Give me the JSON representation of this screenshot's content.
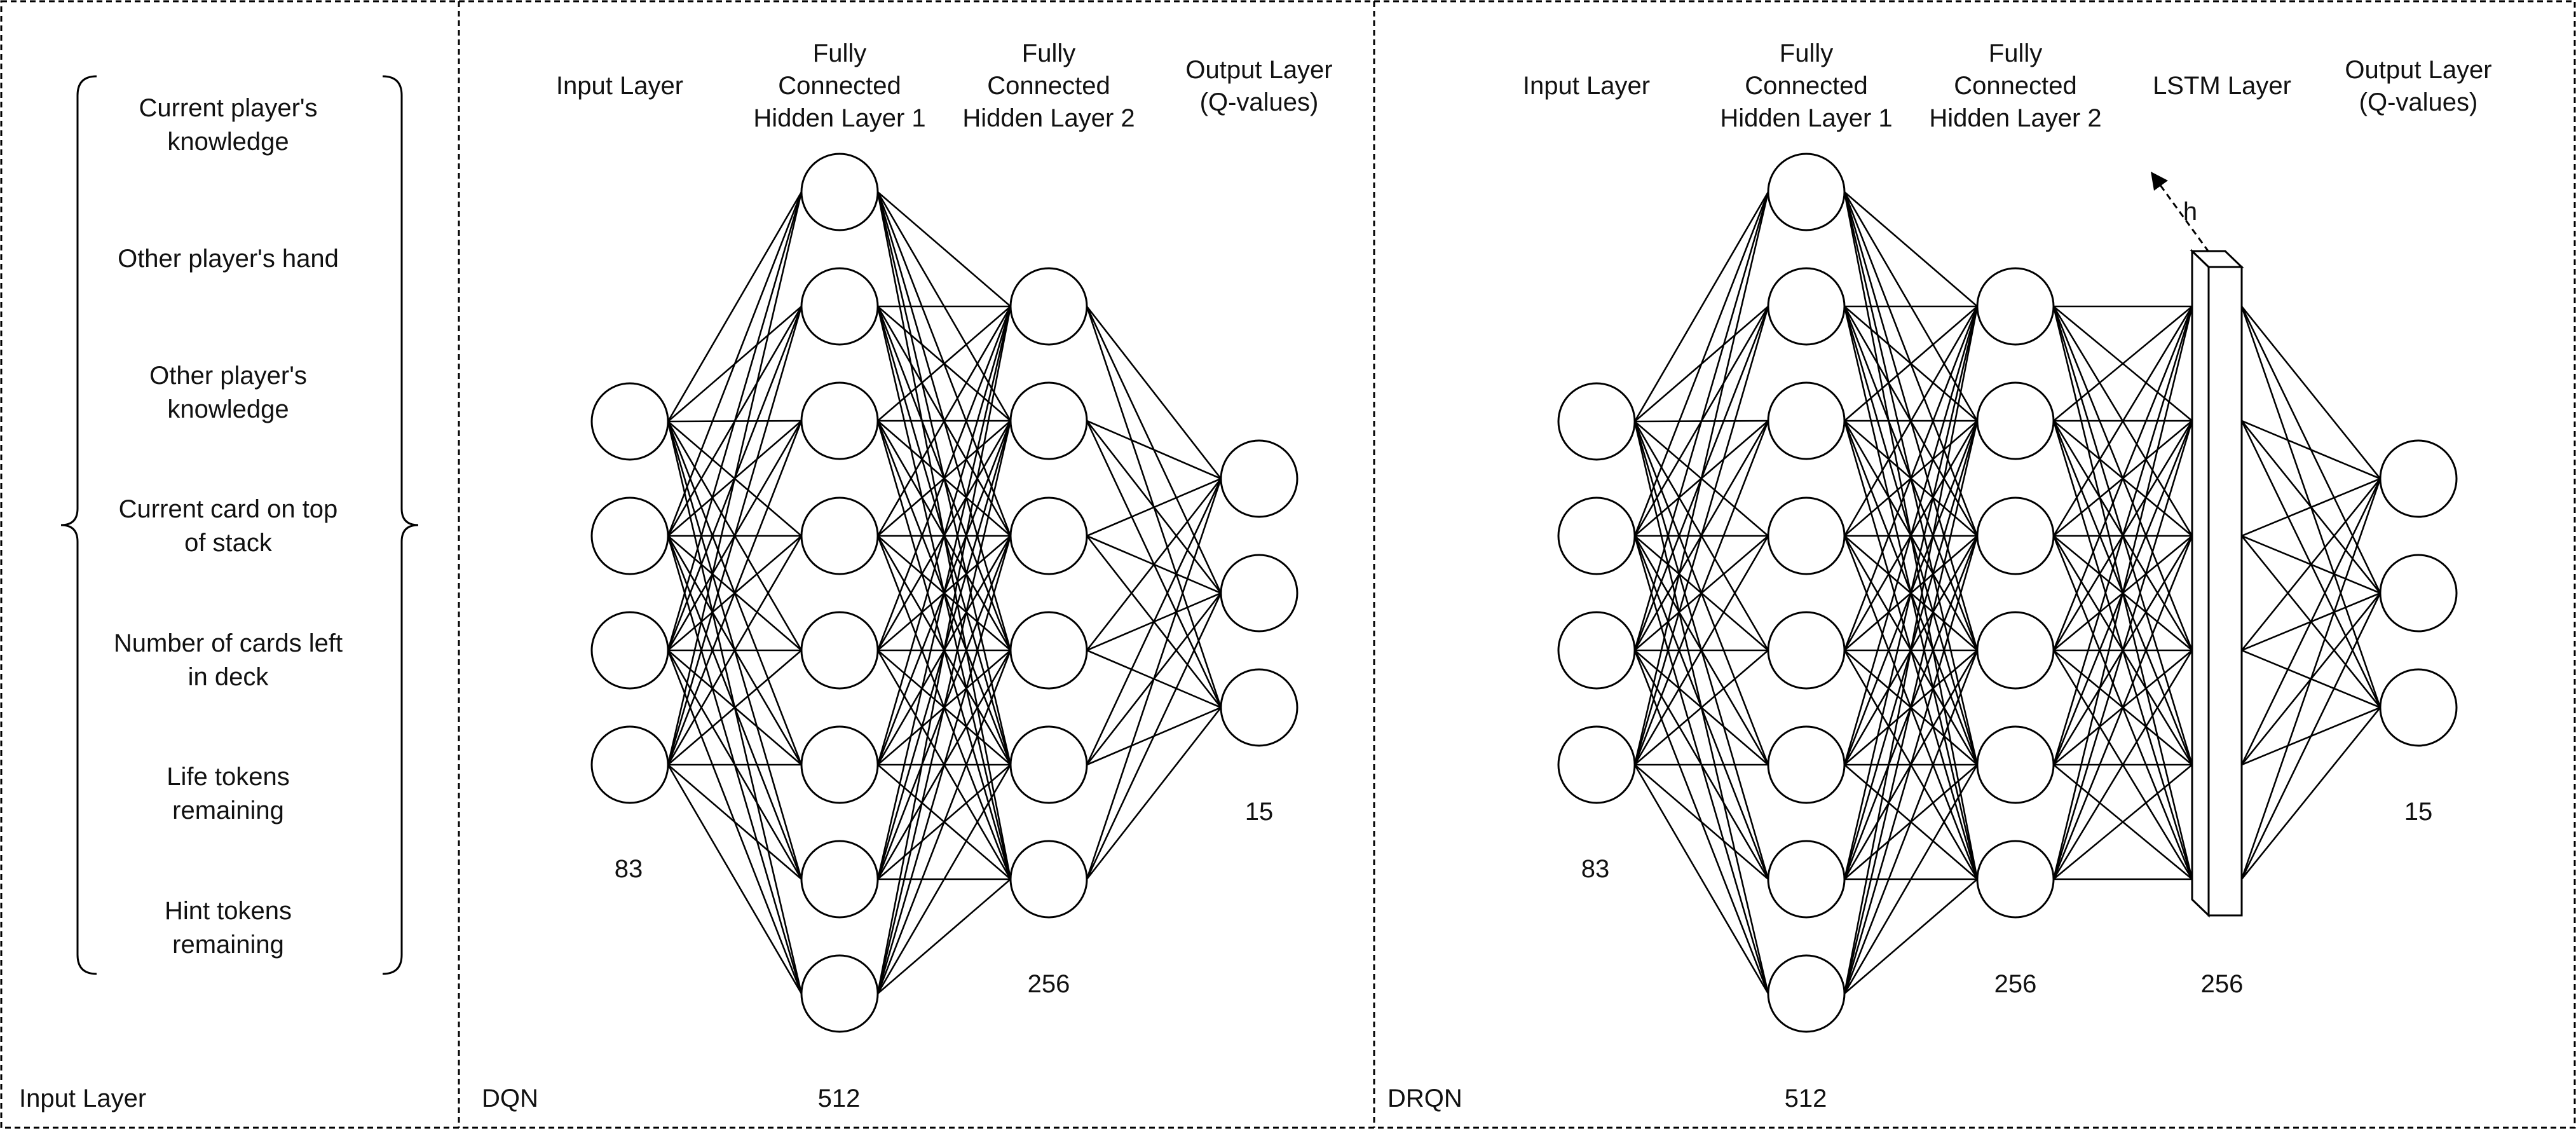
{
  "input_panel": {
    "label": "Input Layer",
    "features": [
      [
        "Current player's",
        "knowledge"
      ],
      [
        "Other player's hand"
      ],
      [
        "Other player's",
        "knowledge"
      ],
      [
        "Current card on top",
        "of stack"
      ],
      [
        "Number of cards left",
        "in deck"
      ],
      [
        "Life tokens",
        "remaining"
      ],
      [
        "Hint tokens",
        "remaining"
      ]
    ]
  },
  "dqn": {
    "label": "DQN",
    "headers": {
      "input": [
        "Input Layer"
      ],
      "hidden1": [
        "Fully",
        "Connected",
        "Hidden Layer 1"
      ],
      "hidden2": [
        "Fully",
        "Connected",
        "Hidden Layer 2"
      ],
      "output": [
        "Output Layer",
        "(Q-values)"
      ]
    },
    "sizes": {
      "input": "83",
      "hidden1": "512",
      "hidden2": "256",
      "output": "15"
    }
  },
  "drqn": {
    "label": "DRQN",
    "headers": {
      "input": [
        "Input Layer"
      ],
      "hidden1": [
        "Fully",
        "Connected",
        "Hidden Layer 1"
      ],
      "hidden2": [
        "Fully",
        "Connected",
        "Hidden Layer 2"
      ],
      "lstm": [
        "LSTM Layer"
      ],
      "output": [
        "Output Layer",
        "(Q-values)"
      ]
    },
    "sizes": {
      "input": "83",
      "hidden1": "512",
      "hidden2": "256",
      "lstm": "256",
      "output": "15"
    },
    "hidden_state_label": "h"
  }
}
